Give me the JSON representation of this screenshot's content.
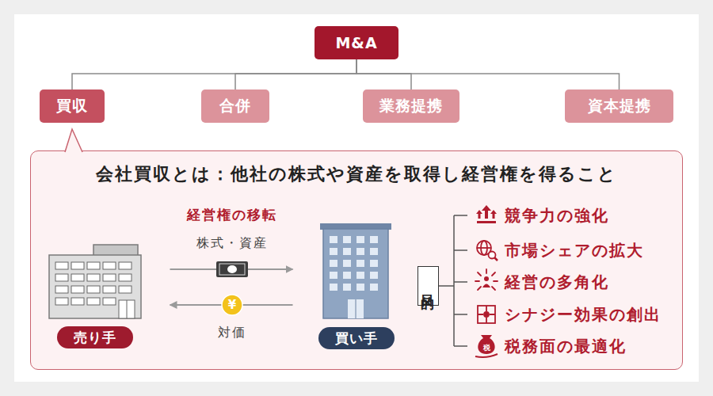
{
  "diagram": {
    "nodes": [
      {
        "text": [
          "M&A"
        ]
      },
      {
        "text": [
          "買収"
        ]
      },
      {
        "text": [
          "合併"
        ]
      },
      {
        "text": [
          "業務提携"
        ]
      },
      {
        "text": [
          "資本提携"
        ]
      },
      {
        "text": [
          "会社買収とは：他社の株式や資産を取得し経営権を得ること"
        ]
      },
      {
        "text": [
          "売り手"
        ],
        "in": 5
      },
      {
        "text": [
          "買い手"
        ],
        "in": 5
      },
      {
        "text": [
          "目的"
        ],
        "in": 5
      }
    ],
    "edges": [
      {
        "from": 0,
        "to": 1,
        "arrow": "none"
      },
      {
        "from": 0,
        "to": 2,
        "arrow": "none"
      },
      {
        "from": 0,
        "to": 3,
        "arrow": "none"
      },
      {
        "from": 0,
        "to": 4,
        "arrow": "none"
      },
      {
        "from": 6,
        "to": 7,
        "label": "株式・資産",
        "arrow": "to"
      },
      {
        "from": 7,
        "to": 6,
        "label": "対価",
        "arrow": "to"
      }
    ],
    "labels": [
      "経営権の移転",
      "¥",
      "競争力の強化",
      "市場シェアの拡大",
      "経営の多角化",
      "シナジー効果の創出",
      "税",
      "税務面の最適化"
    ]
  }
}
